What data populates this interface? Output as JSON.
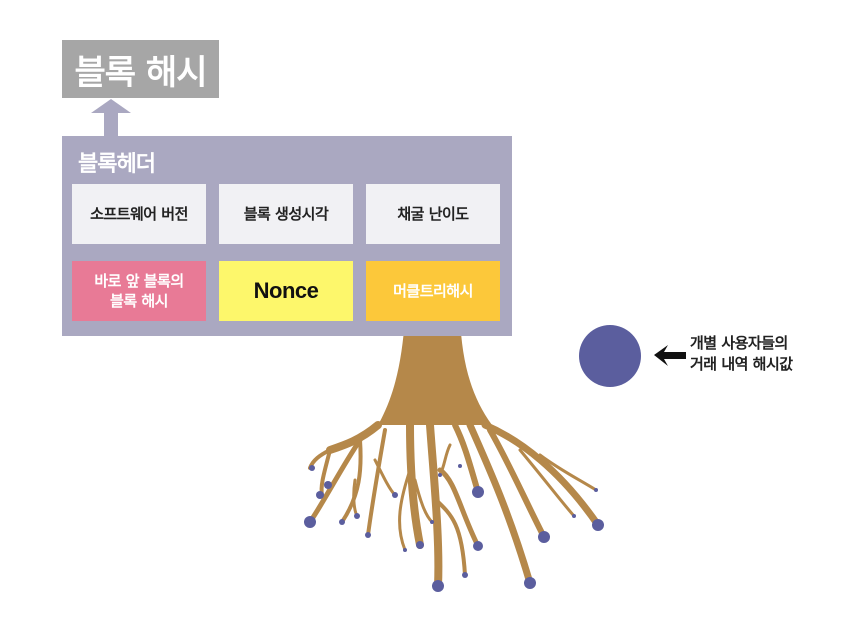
{
  "top_label": "블록 해시",
  "header": {
    "title": "블록헤더",
    "fields": {
      "software_version": "소프트웨어 버전",
      "timestamp": "블록 생성시각",
      "difficulty": "채굴 난이도",
      "prev_hash_line1": "바로 앞 블록의",
      "prev_hash_line2": "블록 해시",
      "nonce": "Nonce",
      "merkle_root": "머클트리해시"
    }
  },
  "legend": {
    "line1": "개별 사용자들의",
    "line2": "거래 내역 해시값"
  },
  "colors": {
    "top_box": "#a6a6a6",
    "header_panel": "#aaa8c1",
    "cell_gray": "#f1f1f4",
    "prev_hash": "#e87a96",
    "nonce": "#fdf76b",
    "merkle": "#fcc83a",
    "trunk": "#b5884a",
    "transaction_dot": "#5b5e9e"
  }
}
